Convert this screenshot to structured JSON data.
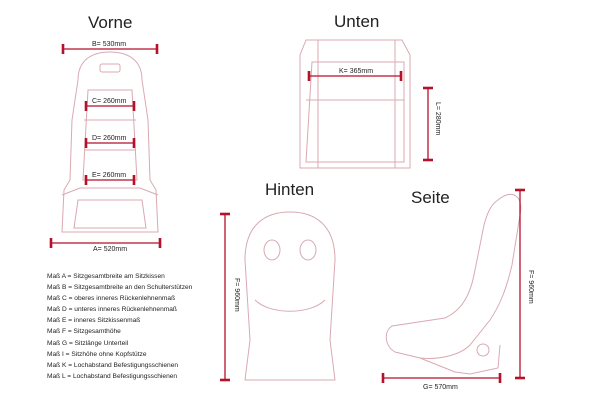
{
  "views": {
    "front": {
      "title": "Vorne"
    },
    "bottom": {
      "title": "Unten"
    },
    "back": {
      "title": "Hinten"
    },
    "side": {
      "title": "Seite"
    }
  },
  "measurements": {
    "A": "A= 520mm",
    "B": "B= 530mm",
    "C": "C= 260mm",
    "D": "D= 260mm",
    "E": "E= 260mm",
    "F_back": "F= 960mm",
    "F_side": "F= 960mm",
    "G": "G= 570mm",
    "K": "K= 365mm",
    "L": "L= 280mm"
  },
  "legend": [
    "Maß A = Sitzgesamtbreite am Sitzkissen",
    "Maß B = Sitzgesamtbreite an den Schulterstützen",
    "Maß C = oberes inneres Rückenlehnenmaß",
    "Maß D = unteres inneres Rückenlehnenmaß",
    "Maß E = inneres Sitzkissenmaß",
    "Maß F = Sitzgesamthöhe",
    "Maß G = Sitzlänge Unterteil",
    "Maß I = Sitzhöhe ohne Kopfstütze",
    "Maß K = Lochabstand Befestigungsschienen",
    "Maß L = Lochabstand Befestigungsschienen"
  ],
  "colors": {
    "dimension": "#b5112a",
    "outline": "#d9a9b2",
    "text": "#222222"
  }
}
